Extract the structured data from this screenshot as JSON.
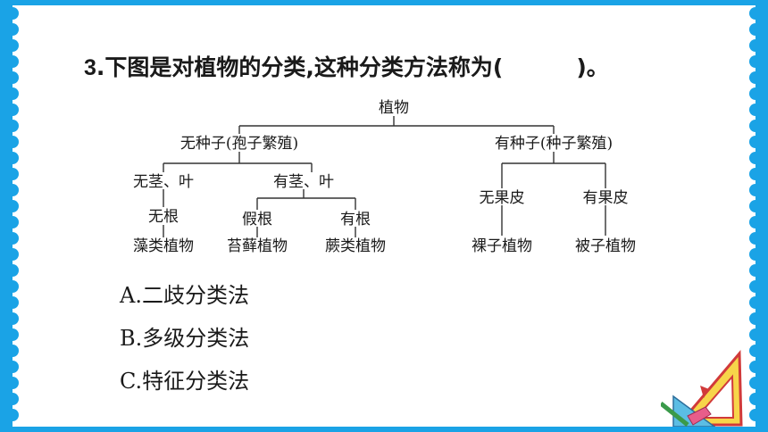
{
  "question": {
    "number": "3",
    "text_before": ".下图是对植物的分类,这种分类方法称为(",
    "text_after": ")。"
  },
  "tree": {
    "root": "植物",
    "no_seed": "无种子(孢子繁殖)",
    "has_seed": "有种子(种子繁殖)",
    "no_stem_leaf": "无茎、叶",
    "has_stem_leaf": "有茎、叶",
    "no_root": "无根",
    "fake_root": "假根",
    "has_root": "有根",
    "algae": "藻类植物",
    "moss": "苔藓植物",
    "fern": "蕨类植物",
    "no_pericarp": "无果皮",
    "has_pericarp": "有果皮",
    "gymnosperm": "裸子植物",
    "angiosperm": "被子植物"
  },
  "options": [
    {
      "letter": "A.",
      "text": "二歧分类法"
    },
    {
      "letter": "B.",
      "text": "多级分类法"
    },
    {
      "letter": "C.",
      "text": "特征分类法"
    }
  ],
  "colors": {
    "border_blue": "#1aa3e6",
    "text": "#1a1a1a"
  }
}
